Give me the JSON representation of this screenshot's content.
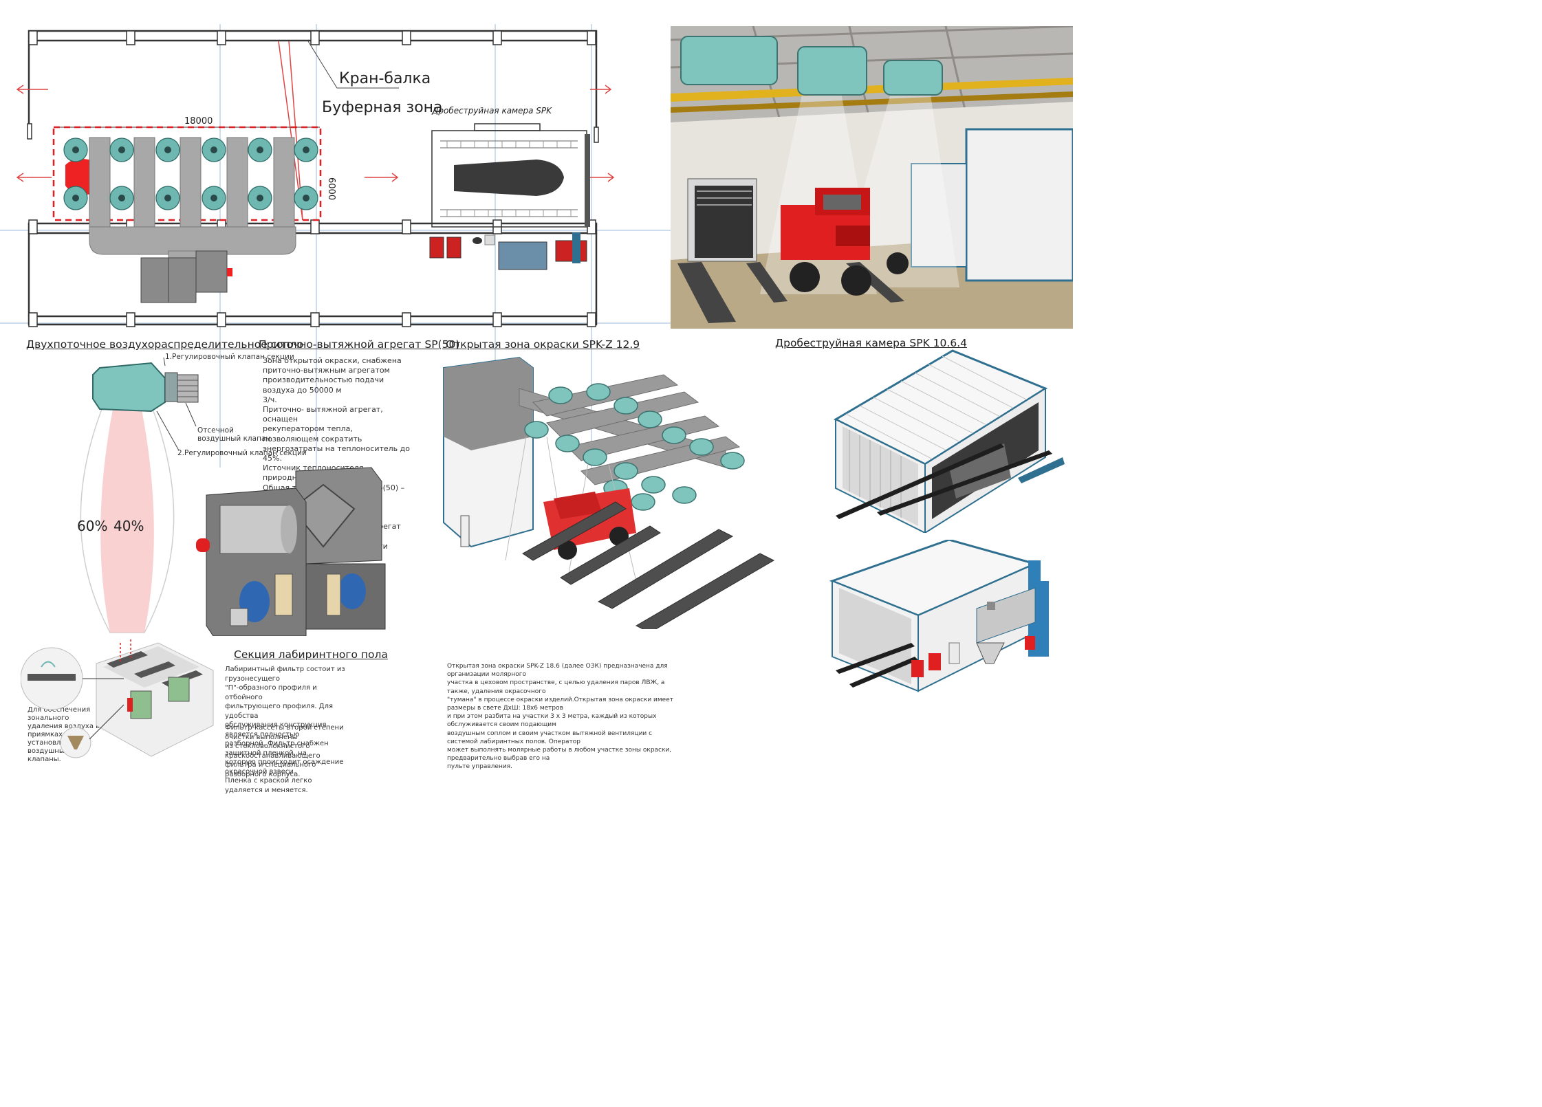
{
  "plan": {
    "crane_label": "Кран-балка",
    "buffer_label": "Буферная зона",
    "shot_chamber_label": "Дробеструйная камера SPK",
    "dim_length": "18000",
    "dim_width": "6000"
  },
  "render_top_caption": "Дробеструйная камера SPK 10.6.4",
  "nozzle": {
    "title": "Двухпоточное воздухораспределительное сопло",
    "callout1": "1.Регулировочный клапан секции",
    "callout2": "Отсечной\nвоздушный клапан",
    "callout3": "2.Регулировочный клапан секции",
    "pct_left": "60%",
    "pct_right": "40%"
  },
  "unit": {
    "title": "Приточно-вытяжной агрегат SP(50)",
    "text": "Зона открытой окраски, снабжена\nприточно-вытяжным агрегатом\nпроизводительностью подачи воздуха до 50000 м\n3/ч.\nПриточно- вытяжной агрегат, оснащен\nрекуператором тепла, позволяющем сократить\nэнергозатраты на теплоноситель до 45%.\nИсточник теплоносителя – природный газ.\nОбщая тепловая мощность sp(50) – 460 квт\nтеплообменники, 390 квт рекуператор тепла.\nОдин приточно-вытяжной агрегат SP(50)\nобеспечивает работу до шести сопел,\nпозволяющих\nодновременно организовать рабочий участок 6 х\n9 метров."
  },
  "open_zone": {
    "title": "Открытая зона окраски SPK-Z 12.9",
    "text": "Открытая зона окраски SPK-Z 18.6 (далее ОЗК) предназначена для организации молярного\nучастка в цеховом пространстве, с целью удаления паров ЛВЖ, а также, удаления окрасочного\n\"тумана\" в процессе окраски изделий.Открытая зона окраски имеет размеры в свете ДхШ: 18х6 метров\nи при этом разбита на участки 3 х 3 метра, каждый из которых обслуживается своим подающим\nвоздушным соплом и своим участком вытяжной вентиляции с системой лабиринтных полов. Оператор\nможет выполнять молярные работы в любом участке зоны окраски, предварительно выбрав его на\nпульте управления."
  },
  "labyrinth": {
    "title": "Секция лабиринтного пола",
    "text1": "Лабиринтный фильтр состоит из грузонесущего\n\"П\"-образного профиля и отбойного\nфильтрующего профиля. Для удобства\nобслуживания конструкция является полностью\nразборной. Фильтр снабжен защитной пленкой, на\nкоторую происходит осаждение окрасочной взвеси.\nПленка с краской легко удаляется и меняется.",
    "text2": "Фильтр-кассеты второй степени очистки выполнены\nиз стекловолокнистого краскоостанавливающего\nфильтра и специального разборного корпуса.",
    "side_text": "Для обеспечения зонального\nудаления воздуха в приямках\nустановлены воздушные\nклапаны."
  },
  "colors": {
    "teal": "#7fc4bd",
    "gray_duct": "#9a9a9a",
    "red": "#e02020",
    "frame_blue": "#2f6f8f"
  }
}
